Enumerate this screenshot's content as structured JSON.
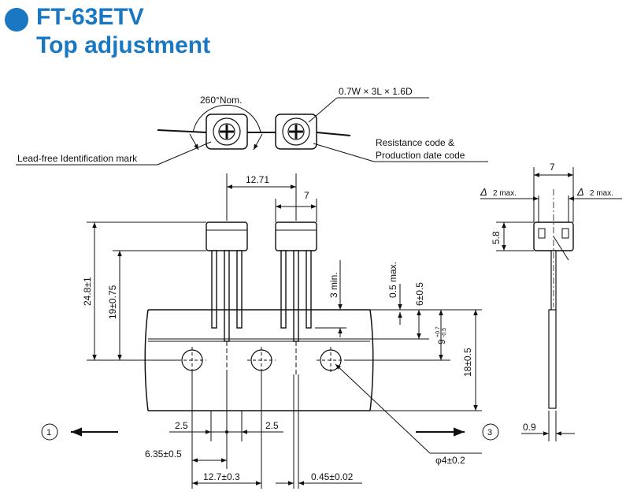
{
  "header": {
    "title": "FT-63ETV",
    "subtitle": "Top adjustment",
    "accent_color": "#1a78c2"
  },
  "labels": {
    "rotation": "260°Nom.",
    "dimensions_note": "0.7W × 3L × 1.6D",
    "lead_free": "Lead-free Identification mark",
    "resistance_code": "Resistance code &",
    "production_code": "Production date code",
    "pitch_12_71": "12.71",
    "width_7": "7",
    "width_7_side": "7",
    "max_2_left": "2 max.",
    "max_2_right": "2 max.",
    "delta_symbol": "Δ",
    "height_5_8": "5.8",
    "len_24_8": "24.8±1",
    "len_19": "19±0.75",
    "min_3": "3 min.",
    "max_0_5": "0.5 max.",
    "dim_6": "6±0.5",
    "dim_9": "9",
    "dim_9_tol_plus": "+0.7",
    "dim_9_tol_minus": "-0.5",
    "dim_18": "18±0.5",
    "dim_2_5_left": "2.5",
    "dim_2_5_right": "2.5",
    "dim_6_35": "6.35±0.5",
    "dim_12_7": "12.7±0.3",
    "dim_0_45": "0.45±0.02",
    "hole": "φ4±0.2",
    "dim_0_9": "0.9",
    "circle_1": "1",
    "circle_3": "3"
  }
}
